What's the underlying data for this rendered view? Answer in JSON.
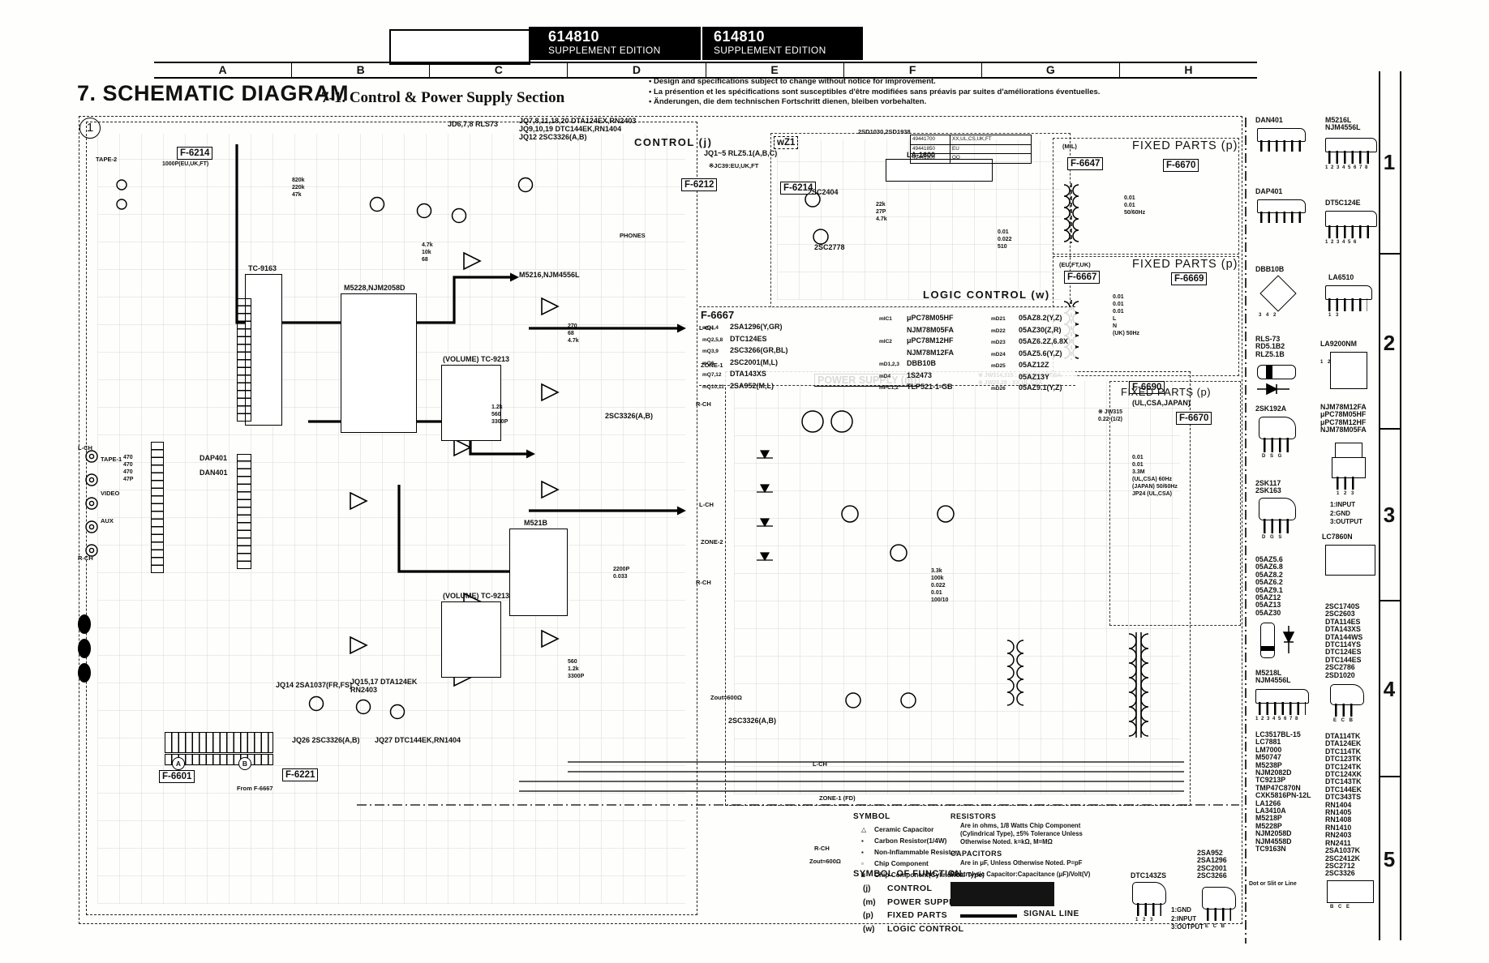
{
  "edition_boxes": [
    {
      "number": "614810",
      "label": "SUPPLEMENT EDITION"
    },
    {
      "number": "614810",
      "label": "SUPPLEMENT EDITION"
    }
  ],
  "grid": {
    "columns": [
      "A",
      "B",
      "C",
      "D",
      "E",
      "F",
      "G",
      "H"
    ],
    "rows": [
      "1",
      "2",
      "3",
      "4",
      "5"
    ]
  },
  "title": {
    "section": "7. SCHEMATIC DIAGRAM",
    "subsection": "7-1. Control & Power Supply Section",
    "sheet": "1"
  },
  "notes": [
    "• Design and specifications subject to change without notice for improvement.",
    "• La présention et les spécifications sont susceptibles d'être modifiées sans préavis par suites d'améliorations éventuelles.",
    "• Änderungen, die dem technischen Fortschritt dienen, bleiben vorbehalten."
  ],
  "function_blocks": {
    "control": "CONTROL (j)",
    "logic": "LOGIC CONTROL (w)",
    "logic_tag": "wZ1",
    "power": "POWER SUPPLY (m)",
    "power_notes": [
      "※ JW314,315 : 00,EU,UK,FT,SA",
      "※ JW28,29 : XX,UL,CSA"
    ]
  },
  "fixed_parts": [
    {
      "region": "(MIL)",
      "title": "FIXED PARTS (p)",
      "codes": [
        "F-6647",
        "F-6670"
      ],
      "labels": [
        "0.01",
        "0.01",
        "50/60Hz"
      ]
    },
    {
      "region": "(EU,FT,UK)",
      "title": "FIXED PARTS (p)",
      "codes": [
        "F-6667",
        "F-6669"
      ],
      "labels": [
        "0.01",
        "0.01",
        "0.01",
        "L",
        "N",
        "(UK) 50Hz"
      ]
    },
    {
      "region": "(UL,CSA,JAPAN)",
      "title": "FIXED PARTS (p)",
      "codes": [
        "F-6670"
      ],
      "labels": [
        "0.01",
        "0.01",
        "3.3M",
        "(UL,CSA) 60Hz",
        "(JAPAN) 50/60Hz",
        "JP24 (UL,CSA)"
      ]
    }
  ],
  "board_codes": {
    "f6214a": "F-6214",
    "f6214a_note": "1000P(EU,UK,FT)",
    "f6212": "F-6212",
    "f6214b": "F-6214",
    "f6601": "F-6601",
    "f6221": "F-6221",
    "from_f6667": "From F-6667",
    "f6690": "F-6690"
  },
  "top_callouts": [
    "JD6,7,8  RLS73",
    "JQ7,8,11,18,20  DTA124EX,RN2403",
    "JQ9,10,19  DTC144EK,RN1404",
    "JQ12  2SC3326(A,B)",
    "JQ1~5  RLZ5.1(A,B,C)",
    "※JC39:EU,UK,FT"
  ],
  "bottom_callouts": [
    "JQ14  2SA1037(FR,FS)",
    "JQ15,17  DTA124EK RN2403",
    "JQ26  2SC3326(A,B)",
    "JQ27  DTC144EK,RN1404"
  ],
  "ic_labels": {
    "tc9163": "TC-9163",
    "m5228": "M5228,NJM2058D",
    "m5216": "M5216,NJM4556L",
    "tc9213a": "(VOLUME) TC-9213",
    "q3326": "2SC3326(A,B)",
    "m521b": "M521B",
    "tc9213b": "(VOLUME) TC-9213",
    "dap401": "DAP401",
    "dan401": "DAN401",
    "c2404": "2SC2404",
    "c2778": "2SC2778",
    "la1600": "LA-1600",
    "d1030": "2SD1030,2SD1938",
    "c3326b": "2SC3326(A,B)"
  },
  "port_labels": [
    "TAPE-2",
    "L-CH",
    "TAPE-1",
    "VIDEO",
    "AUX",
    "R-CH"
  ],
  "channel_labels": [
    "L-CH",
    "ZONE-1",
    "R-CH",
    "L-CH",
    "ZONE-2",
    "R-CH",
    "Zout≈600Ω",
    "L-CH",
    "R-CH",
    "Zout≈600Ω",
    "ZONE-1 (FD)"
  ],
  "misc_labels": {
    "phones": "PHONES"
  },
  "logic_table": [
    {
      "code": "49441700",
      "region": "XX,UL,CS,UK,FT"
    },
    {
      "code": "49441850",
      "region": "EU"
    },
    {
      "code": "49441900",
      "region": "OO"
    }
  ],
  "f6667_table": {
    "code": "F-6667",
    "col1": [
      {
        "r": "mQ1,4",
        "p": "2SA1296(Y,GR)"
      },
      {
        "r": "mQ2,5,8",
        "p": "DTC124ES"
      },
      {
        "r": "mQ3,9",
        "p": "2SC3266(GR,BL)"
      },
      {
        "r": "mQ6",
        "p": "2SC2001(M,L)"
      },
      {
        "r": "mQ7,12",
        "p": "DTA143XS"
      },
      {
        "r": "mQ10,11",
        "p": "2SA952(M,L)"
      }
    ],
    "col2": [
      {
        "r": "mIC1",
        "p": "μPC78M05HF"
      },
      {
        "r": "",
        "p": "NJM78M05FA"
      },
      {
        "r": "mIC2",
        "p": "μPC78M12HF"
      },
      {
        "r": "",
        "p": "NJM78M12FA"
      },
      {
        "r": "mD1,2,3",
        "p": "DBB10B"
      },
      {
        "r": "mD4",
        "p": "1S2473"
      },
      {
        "r": "mPC1,2",
        "p": "TLP521-1-GB"
      }
    ],
    "col3": [
      {
        "r": "mD21",
        "p": "05AZ8.2(Y,Z)"
      },
      {
        "r": "mD22",
        "p": "05AZ30(Z,R)"
      },
      {
        "r": "mD23",
        "p": "05AZ6.2Z,6.8X"
      },
      {
        "r": "mD24",
        "p": "05AZ5.6(Y,Z)"
      },
      {
        "r": "mD25",
        "p": "05AZ12Z"
      },
      {
        "r": "",
        "p": "05AZ13Y"
      },
      {
        "r": "mD26",
        "p": "05AZ9.1(Y,Z)"
      }
    ]
  },
  "values": {
    "a": [
      "820k",
      "220k",
      "47k"
    ],
    "b": [
      "4.7k",
      "10k",
      "68"
    ],
    "c": [
      "270",
      "68",
      "4.7k"
    ],
    "d": [
      "1.2k",
      "560",
      "3300P"
    ],
    "e": [
      "470",
      "470",
      "470",
      "47P"
    ],
    "f": [
      "560",
      "1.2k",
      "3300P"
    ],
    "g": [
      "2200P",
      "0.033"
    ],
    "l1": [
      "22k",
      "27P",
      "4.7k"
    ],
    "l2": [
      "0.01",
      "0.022",
      "510"
    ],
    "p1": [
      "3.3k",
      "100k",
      "0.022",
      "0.01",
      "100/10"
    ],
    "p2": [
      "※ JW315",
      "0.22 (1/2)"
    ]
  },
  "symbol_legend": {
    "title": "SYMBOL",
    "items": [
      {
        "glyph": "△",
        "label": "Ceramic Capacitor"
      },
      {
        "glyph": "▪",
        "label": "Carbon Resistor(1/4W)"
      },
      {
        "glyph": "▪",
        "label": "Non-Inflammable Resistor"
      },
      {
        "glyph": "▫",
        "label": "Chip Component"
      },
      {
        "glyph": "◙",
        "label": "Chip Component(Cylindrical Type)"
      }
    ]
  },
  "function_legend": {
    "title": "SYMBOL OF FUNCTION",
    "items": [
      {
        "glyph": "(j)",
        "label": "CONTROL"
      },
      {
        "glyph": "(m)",
        "label": "POWER SUPPLY"
      },
      {
        "glyph": "(p)",
        "label": "FIXED PARTS"
      },
      {
        "glyph": "(w)",
        "label": "LOGIC CONTROL"
      }
    ]
  },
  "resistors_note": {
    "title": "RESISTORS",
    "lines": [
      "Are in ohms, 1/8 Watts Chip Component",
      "(Cylindrical Type), ±5% Tolerance Unless",
      "Otherwise Noted. k=kΩ, M=MΩ"
    ]
  },
  "capacitors_note": {
    "title": "CAPACITORS",
    "lines": [
      "Are in μF, Unless Otherwise Noted. P=pF"
    ]
  },
  "electrolytic_note": "Electrolytic Capacitor:Capacitance (μF)/Volt(V)",
  "signal_line_label": "SIGNAL LINE",
  "markers": [
    "A",
    "B"
  ],
  "packages": {
    "col1": [
      {
        "names": [
          "DAN401"
        ]
      },
      {
        "names": [
          "DAP401"
        ]
      },
      {
        "names": [
          "DBB10B"
        ],
        "pins": "3   4   2"
      },
      {
        "names": [
          "RLS-73",
          "RD5.1B2",
          "RLZ5.1B"
        ]
      },
      {
        "names": [
          "2SK192A"
        ],
        "pins": "D S G"
      },
      {
        "names": [
          "2SK117",
          "2SK163"
        ],
        "pins": "D G S"
      },
      {
        "names": [
          "05AZ5.6",
          "05AZ6.8",
          "05AZ8.2",
          "05AZ6.2",
          "05AZ9.1",
          "05AZ12",
          "05AZ13",
          "05AZ30"
        ]
      },
      {
        "names": [
          "M5218L",
          "NJM4556L"
        ],
        "pins": "1 2 3 4 5 6 7 8"
      },
      {
        "names": [
          "LC3517BL-15",
          "LC7881",
          "LM7000",
          "M50747",
          "M5238P",
          "NJM2082D",
          "TC9213P",
          "TMP47C870N",
          "CXK5816PN-12L",
          "LA1266",
          "LA3410A",
          "M5218P",
          "M5228P",
          "NJM2058D",
          "NJM4558D",
          "TC9163N"
        ],
        "note": "Dot or Slit or Line"
      }
    ],
    "col2": [
      {
        "names": [
          "M5216L",
          "NJM4556L"
        ],
        "pins": "1 2 3 4 5 6 7 8"
      },
      {
        "names": [
          "DT5C124E"
        ],
        "pins": "1 2 3 4 5 6"
      },
      {
        "names": [
          "LA6510"
        ],
        "pins": "1 3"
      },
      {
        "names": [
          "LA9200NM"
        ],
        "pins": "1 2"
      },
      {
        "names": [
          "NJM78M12FA",
          "μPC78M05HF",
          "μPC78M12HF",
          "NJM78M05FA"
        ],
        "pins": "1 2 3",
        "pinout": [
          "1:INPUT",
          "2:GND",
          "3:OUTPUT"
        ]
      },
      {
        "names": [
          "LC7860N"
        ]
      },
      {
        "names": [
          "2SC1740S",
          "2SC2603",
          "DTA114ES",
          "DTA143XS",
          "DTA144WS",
          "DTC114YS",
          "DTC124ES",
          "DTC144ES",
          "2SC2786",
          "2SD1020"
        ],
        "pins": "E C B"
      },
      {
        "names": [
          "DTA114TK",
          "DTA124EK",
          "DTC114TK",
          "DTC123TK",
          "DTC124TK",
          "DTC124XK",
          "DTC143TK",
          "DTC144EK",
          "DTC343TS",
          "RN1404",
          "RN1405",
          "RN1408",
          "RN1410",
          "RN2403",
          "RN2411",
          "2SA1037K",
          "2SC2412K",
          "2SC2712",
          "2SC3326"
        ],
        "pins": "B C E"
      }
    ],
    "bottom": {
      "dtc143zs": {
        "name": "DTC143ZS",
        "pins": "1 2 3",
        "pinout": [
          "1:GND",
          "2:INPUT",
          "3:OUTPUT"
        ]
      },
      "to92_group": {
        "names": [
          "2SA952",
          "2SA1296",
          "2SC2001",
          "2SC3266"
        ],
        "pins": "E C B"
      }
    }
  }
}
